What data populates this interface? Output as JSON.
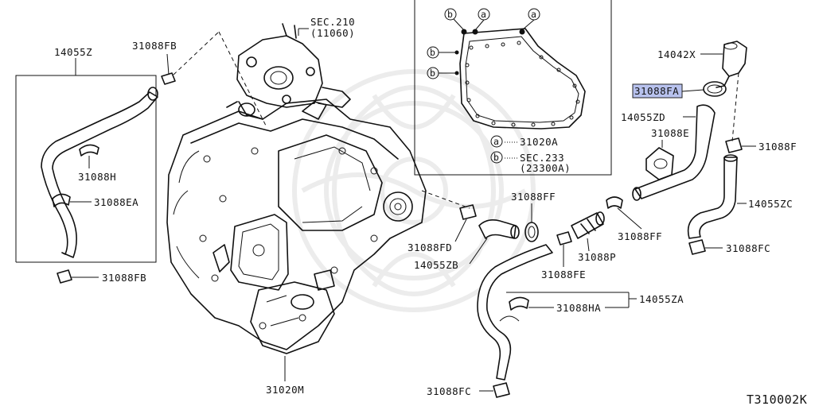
{
  "diagram_code": "T310002K",
  "labels": {
    "hose_14055Z": "14055Z",
    "clamp_31088FB_top": "31088FB",
    "sec_210": "SEC.210",
    "sec_210_ref": "(11060)",
    "clamp_31088H": "31088H",
    "clamp_31088EA": "31088EA",
    "clamp_31088FB_bottom": "31088FB",
    "assembly_31020M": "31020M",
    "clamp_31088FD": "31088FD",
    "hose_14055ZB": "14055ZB",
    "clamp_31088FF_mid": "31088FF",
    "clamp_31088FE": "31088FE",
    "pipe_31088P": "31088P",
    "clamp_31088FF_right": "31088FF",
    "clamp_31088HA": "31088HA",
    "hose_14055ZA": "14055ZA",
    "clamp_31088FC_bottom": "31088FC",
    "connector_14042X": "14042X",
    "clamp_31088FA": "31088FA",
    "hose_14055ZD": "14055ZD",
    "bracket_31088E": "31088E",
    "clamp_31088F": "31088F",
    "hose_14055ZC": "14055ZC",
    "clamp_31088FC_right": "31088FC"
  },
  "inset": {
    "markers": [
      "b",
      "a",
      "a",
      "b",
      "b"
    ],
    "legend": [
      {
        "marker": "a",
        "text": "31020A"
      },
      {
        "marker": "b",
        "text": "SEC.233",
        "sub": "(23300A)"
      }
    ]
  },
  "highlight_color": "#b8c2ee"
}
